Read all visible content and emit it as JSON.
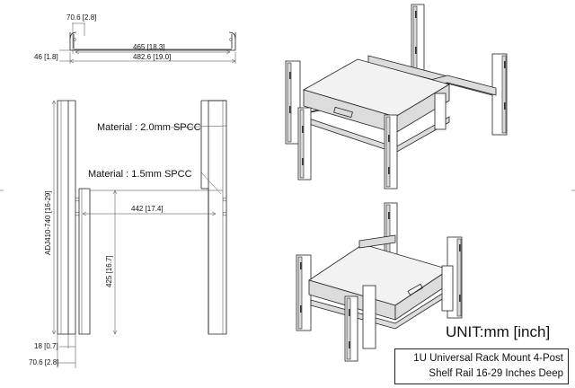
{
  "top_view": {
    "dim_flange": "70.6 [2.8]",
    "dim_inner": "465 [18.3]",
    "dim_outer": "482.6 [19.0]",
    "dim_height": "46 [1.8]"
  },
  "front_view": {
    "material_upper": "Material : 2.0mm SPCC",
    "material_lower": "Material : 1.5mm SPCC",
    "dim_width": "442 [17.4]",
    "dim_depth": "425 [16.7]",
    "dim_adjustable": "ADJ410-740 [16-29]",
    "dim_bottom_flange": "18 [0.7]",
    "dim_bottom_width": "70.6 [2.8]"
  },
  "unit_label": "UNIT:mm [inch]",
  "title": {
    "line1": "1U Universal Rack Mount 4-Post",
    "line2": "Shelf Rail  16-29 Inches Deep"
  }
}
